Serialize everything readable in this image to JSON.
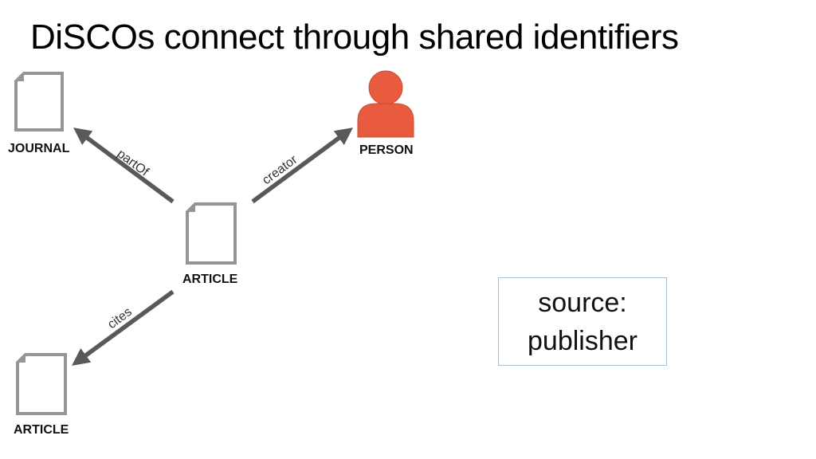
{
  "slide": {
    "title": "DiSCOs connect through shared identifiers"
  },
  "nodes": {
    "journal": {
      "label": "JOURNAL",
      "icon": "document-icon"
    },
    "person": {
      "label": "PERSON",
      "icon": "person-icon"
    },
    "article_center": {
      "label": "ARTICLE",
      "icon": "document-icon"
    },
    "article_cited": {
      "label": "ARTICLE",
      "icon": "document-icon"
    }
  },
  "edges": {
    "partOf": "partOf",
    "creator": "creator",
    "cites": "cites"
  },
  "source_box": {
    "line1": "source:",
    "line2": "publisher"
  },
  "colors": {
    "arrow": "#595959",
    "document_outline": "#959595",
    "person": "#e95b3f",
    "box_border": "#a9c0d3"
  }
}
